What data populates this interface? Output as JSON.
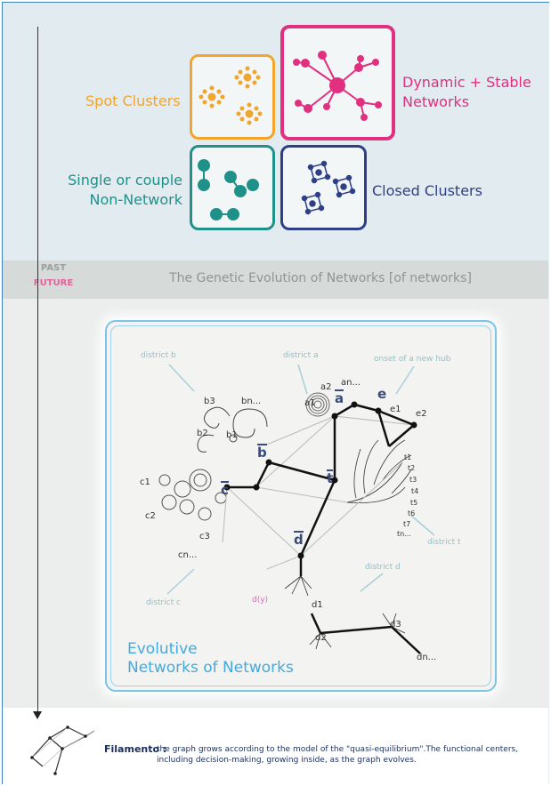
{
  "legend": {
    "spot_clusters": "Spot Clusters",
    "dynamic_stable_line1": "Dynamic + Stable",
    "dynamic_stable_line2": "Networks",
    "single_line1": "Single or couple",
    "single_line2": "Non-Network",
    "closed_clusters": "Closed Clusters"
  },
  "band": {
    "title": "The Genetic Evolution of Networks [of networks]",
    "past": "PAST",
    "future": "FUTURE"
  },
  "diagram": {
    "title_line1": "Evolutive",
    "title_line2": "Networks of Networks",
    "districts": {
      "b": "district b",
      "a": "district a",
      "new_hub": "onset of a new hub",
      "t": "district t",
      "c": "district c",
      "d": "district d"
    },
    "hubs": {
      "a": "a",
      "b": "b",
      "c": "c",
      "d": "d",
      "t": "t",
      "e": "e"
    },
    "nodes": {
      "a1": "a1",
      "a2": "a2",
      "an": "an...",
      "b1": "b1",
      "b2": "b2",
      "b3": "b3",
      "bn": "bn...",
      "c1": "c1",
      "c2": "c2",
      "c3": "c3",
      "cn": "cn...",
      "e1": "e1",
      "e2": "e2",
      "t1": "t1",
      "t2": "t2",
      "t3": "t3",
      "t4": "t4",
      "t5": "t5",
      "t6": "t6",
      "t7": "t7",
      "tn": "tn...",
      "d1": "d1",
      "d2": "d2",
      "d3": "d3",
      "dn": "dn...",
      "dy": "d(y)"
    }
  },
  "footer": {
    "term": "Filamento :",
    "text": "the graph grows according to the model of the \"quasi-equilibrium\".The functional centers, including decision-making, growing inside, as the graph evolves."
  },
  "colors": {
    "orange": "#f2a52c",
    "magenta": "#e0307f",
    "teal": "#1f9189",
    "navy": "#2f3f86",
    "sky": "#44a9dc"
  }
}
